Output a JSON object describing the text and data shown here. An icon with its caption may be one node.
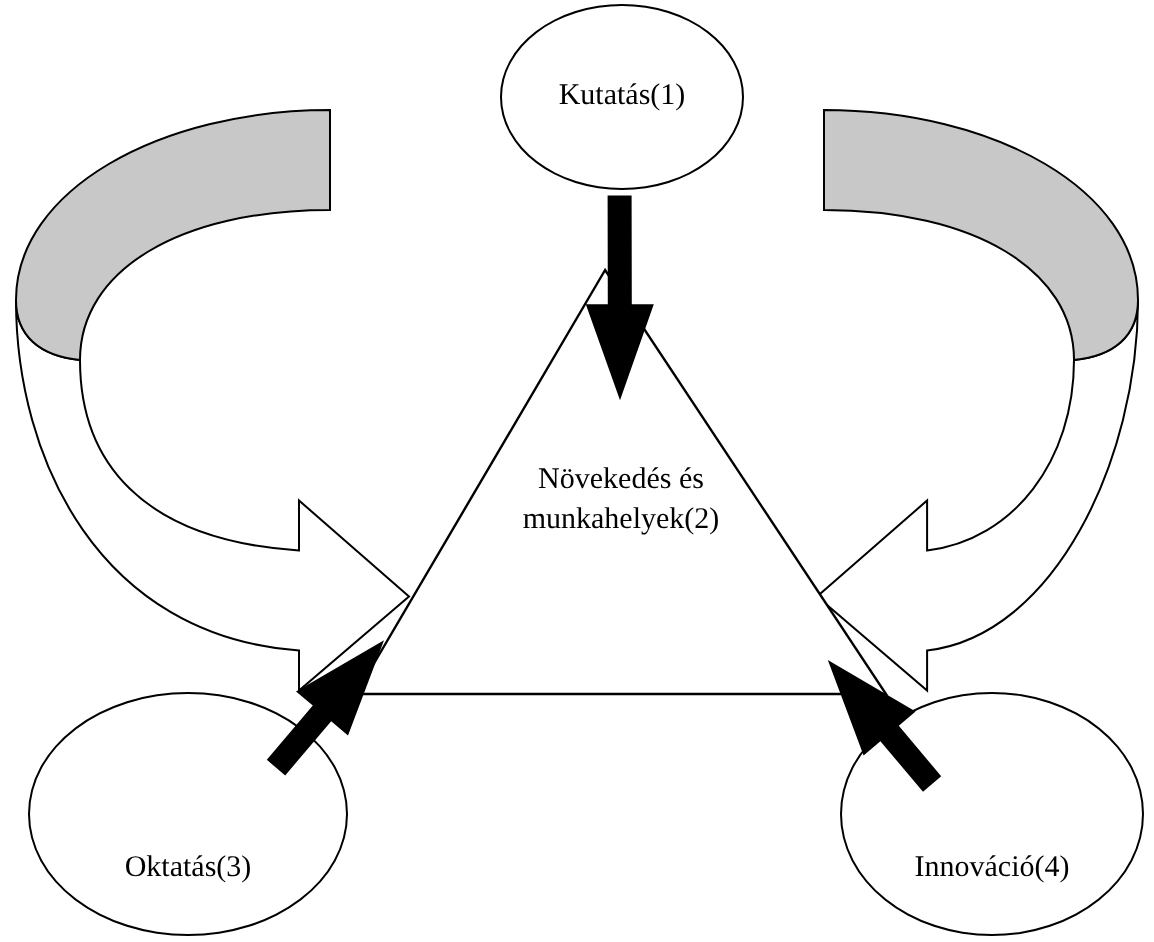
{
  "diagram": {
    "nodes": [
      {
        "text": [
          "Kutatás(1)"
        ]
      },
      {
        "text": [
          "Növekedés és munkahelyek(2)"
        ]
      },
      {
        "text": [
          "Oktatás(3)"
        ]
      },
      {
        "text": [
          "Innováció(4)"
        ]
      }
    ],
    "edges": [
      {
        "from": 0,
        "to": 1,
        "arrow": "to",
        "style": "thick"
      },
      {
        "from": 2,
        "to": 1,
        "arrow": "to",
        "style": "thick"
      },
      {
        "from": 3,
        "to": 1,
        "arrow": "to",
        "style": "thick"
      },
      {
        "from": null,
        "to": 1,
        "arrow": "to"
      },
      {
        "from": null,
        "to": 1,
        "arrow": "to"
      }
    ]
  }
}
